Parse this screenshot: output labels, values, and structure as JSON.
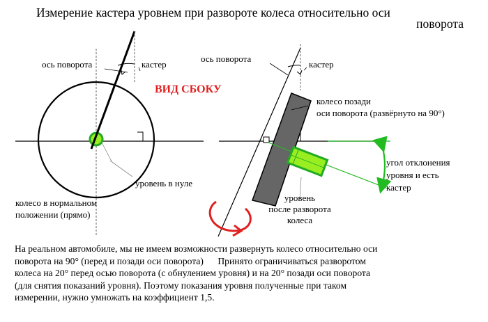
{
  "title": {
    "line1": "Измерение кастера уровнем при развороте колеса относительно оси",
    "line2": "поворота"
  },
  "view_label": "ВИД СБОКУ",
  "left_figure": {
    "axis_label": "ось поворота",
    "caster_label": "кастер",
    "level_label": "уровень в нуле",
    "wheel_label_line1": "колесо в нормальном",
    "wheel_label_line2": "положении (прямо)"
  },
  "right_figure": {
    "axis_label": "ось поворота",
    "caster_label": "кастер",
    "wheel_label_line1": "колесо позади",
    "wheel_label_line2": "оси поворота (развёрнуто на 90°)",
    "angle_label_line1": "угол отклонения",
    "angle_label_line2": "уровня и есть",
    "angle_label_line3": "кастер",
    "level_label_line1": "уровень",
    "level_label_line2": "после разворота",
    "level_label_line3": "колеса"
  },
  "colors": {
    "arrow_red": "#e02020",
    "level_green": "#22bb22",
    "level_fill": "#99ee22",
    "wheel_gray": "#666666"
  },
  "paragraph": [
    "На реальном автомобиле, мы не имеем возможности развернуть колесо относительно оси",
    "поворота на 90° (перед и позади оси поворота)      Принято ограничиваться разворотом",
    "колеса на 20° перед осью поворота (с обнулением уровня) и на 20° позади оси поворота",
    "(для снятия показаний уровня). Поэтому показания уровня полученные при таком",
    "измерении, нужно умножать на коэффициент 1,5."
  ]
}
